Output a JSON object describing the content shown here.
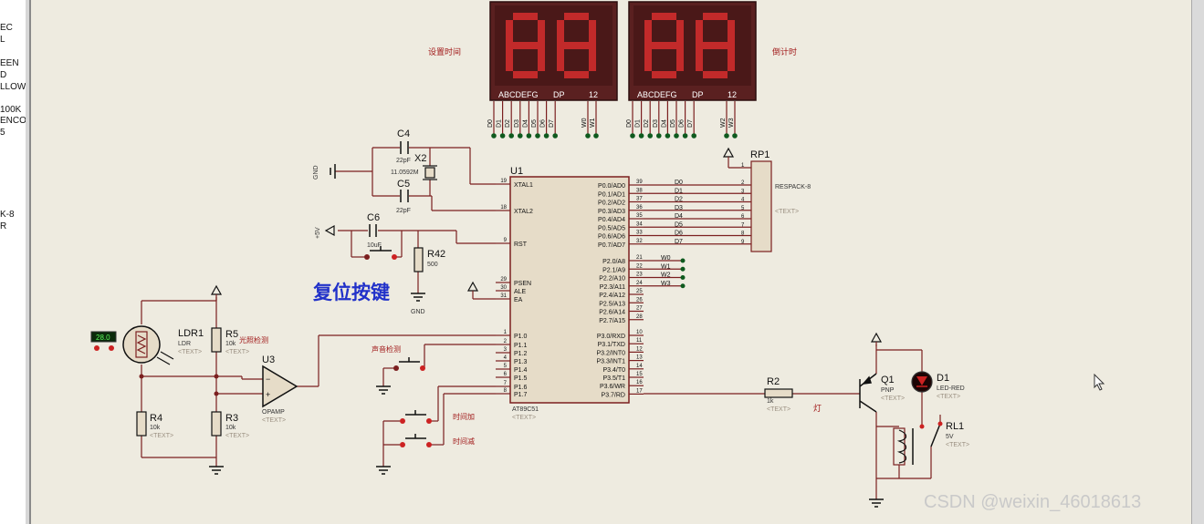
{
  "left_panel": {
    "items": [
      "EC",
      "L",
      "EEN",
      "D",
      "LLOW",
      "100K",
      "ENCOD",
      "5",
      "K-8",
      "R"
    ]
  },
  "watermark": "CSDN @weixin_46018613",
  "colors": {
    "background": "#eeebe0",
    "wire": "#7b1f1f",
    "body_fill": "#e6dcc8",
    "label_red": "#a11a1a",
    "text_blue": "#2131c9",
    "display_body": "#5a2020",
    "display_digit": "#c22a2a",
    "pin_dot": "#0e5a1e"
  },
  "displays": {
    "left": {
      "pin_label_left": "ABCDEFG",
      "pin_label_mid": "DP",
      "pin_label_right": "12",
      "title": "设置时间",
      "pins": [
        "D0",
        "D1",
        "D2",
        "D3",
        "D4",
        "D5",
        "D6",
        "D7",
        "W0",
        "W1"
      ]
    },
    "right": {
      "pin_label_left": "ABCDEFG",
      "pin_label_mid": "DP",
      "pin_label_right": "12",
      "title": "倒计时",
      "pins": [
        "D0",
        "D1",
        "D2",
        "D3",
        "D4",
        "D5",
        "D6",
        "D7",
        "W2",
        "W3"
      ]
    }
  },
  "crystal": {
    "c4": "C4",
    "c4_val": "22pF",
    "x2": "X2",
    "x2_val": "11.0592M",
    "c5": "C5",
    "c5_val": "22pF",
    "gnd": "GND"
  },
  "reset": {
    "c6": "C6",
    "c6_val": "10uF",
    "r42": "R42",
    "r42_val": "500",
    "vcc": "+5V",
    "gnd": "GND",
    "caption": "复位按键"
  },
  "mcu": {
    "ref": "U1",
    "part": "AT89C51",
    "text": "<TEXT>",
    "left_pins": [
      {
        "num": "19",
        "name": "XTAL1"
      },
      {
        "num": "18",
        "name": "XTAL2"
      },
      {
        "num": "9",
        "name": "RST"
      },
      {
        "num": "29",
        "name": "PSEN"
      },
      {
        "num": "30",
        "name": "ALE"
      },
      {
        "num": "31",
        "name": "EA"
      },
      {
        "num": "1",
        "name": "P1.0"
      },
      {
        "num": "2",
        "name": "P1.1"
      },
      {
        "num": "3",
        "name": "P1.2"
      },
      {
        "num": "4",
        "name": "P1.3"
      },
      {
        "num": "5",
        "name": "P1.4"
      },
      {
        "num": "6",
        "name": "P1.5"
      },
      {
        "num": "7",
        "name": "P1.6"
      },
      {
        "num": "8",
        "name": "P1.7"
      }
    ],
    "right_pins": [
      {
        "num": "39",
        "name": "P0.0/AD0"
      },
      {
        "num": "38",
        "name": "P0.1/AD1"
      },
      {
        "num": "37",
        "name": "P0.2/AD2"
      },
      {
        "num": "36",
        "name": "P0.3/AD3"
      },
      {
        "num": "35",
        "name": "P0.4/AD4"
      },
      {
        "num": "34",
        "name": "P0.5/AD5"
      },
      {
        "num": "33",
        "name": "P0.6/AD6"
      },
      {
        "num": "32",
        "name": "P0.7/AD7"
      },
      {
        "num": "21",
        "name": "P2.0/A8"
      },
      {
        "num": "22",
        "name": "P2.1/A9"
      },
      {
        "num": "23",
        "name": "P2.2/A10"
      },
      {
        "num": "24",
        "name": "P2.3/A11"
      },
      {
        "num": "25",
        "name": "P2.4/A12"
      },
      {
        "num": "26",
        "name": "P2.5/A13"
      },
      {
        "num": "27",
        "name": "P2.6/A14"
      },
      {
        "num": "28",
        "name": "P2.7/A15"
      },
      {
        "num": "10",
        "name": "P3.0/RXD"
      },
      {
        "num": "11",
        "name": "P3.1/TXD"
      },
      {
        "num": "12",
        "name": "P3.2/INT0"
      },
      {
        "num": "13",
        "name": "P3.3/INT1"
      },
      {
        "num": "14",
        "name": "P3.4/T0"
      },
      {
        "num": "15",
        "name": "P3.5/T1"
      },
      {
        "num": "16",
        "name": "P3.6/WR"
      },
      {
        "num": "17",
        "name": "P3.7/RD"
      }
    ]
  },
  "bus_labels": {
    "d": [
      "D0",
      "D1",
      "D2",
      "D3",
      "D4",
      "D5",
      "D6",
      "D7"
    ],
    "w": [
      "W0",
      "W1",
      "W2",
      "W3"
    ]
  },
  "respack": {
    "ref": "RP1",
    "part": "RESPACK-8",
    "text": "<TEXT>",
    "pins": [
      "1",
      "2",
      "3",
      "4",
      "5",
      "6",
      "7",
      "8",
      "9"
    ]
  },
  "sensor": {
    "readout": "28.0",
    "ldr": "LDR1",
    "ldr_val": "LDR",
    "ldr_text": "<TEXT>",
    "r5": "R5",
    "r5_val": "10k",
    "r5_text": "<TEXT>",
    "r4": "R4",
    "r4_val": "10k",
    "r4_text": "<TEXT>",
    "r3": "R3",
    "r3_val": "10k",
    "r3_text": "<TEXT>",
    "op": "U3",
    "op_val": "OPAMP",
    "op_text": "<TEXT>",
    "light_label": "光照检测"
  },
  "sound": {
    "label": "声音检测"
  },
  "time_buttons": {
    "inc": "时间加",
    "dec": "时间减"
  },
  "driver": {
    "r2": "R2",
    "r2_val": "1k",
    "r2_text": "<TEXT>",
    "lamp": "灯",
    "q1": "Q1",
    "q1_val": "PNP",
    "q1_text": "<TEXT>",
    "d1": "D1",
    "d1_val": "LED-RED",
    "d1_text": "<TEXT>",
    "rl1": "RL1",
    "rl1_val": "5V",
    "rl1_text": "<TEXT>"
  }
}
